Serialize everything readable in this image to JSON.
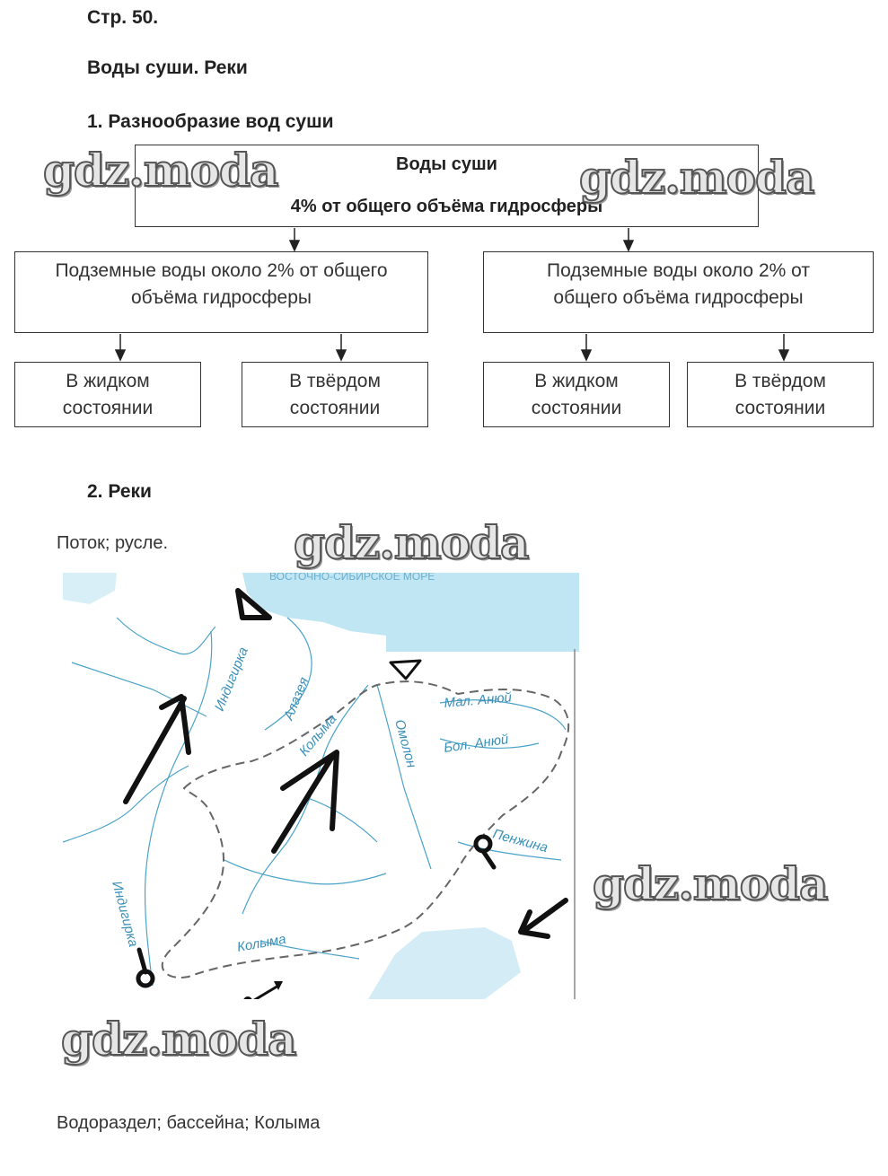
{
  "page_heading": "Стр. 50.",
  "topic_title": "Воды суши. Реки",
  "section1": {
    "heading": "1. Разнообразие вод суши",
    "top_box": {
      "line1": "Воды суши",
      "line2": "4% от общего объёма гидросферы"
    },
    "mid_left": {
      "line1": "Подземные воды около 2% от общего",
      "line2": "объёма гидросферы"
    },
    "mid_right": {
      "line1": "Подземные воды около 2% от",
      "line2": "общего объёма гидросферы"
    },
    "leaves": [
      {
        "line1": "В жидком",
        "line2": "состоянии"
      },
      {
        "line1": "В твёрдом",
        "line2": "состоянии"
      },
      {
        "line1": "В жидком",
        "line2": "состоянии"
      },
      {
        "line1": "В твёрдом",
        "line2": "состоянии"
      }
    ]
  },
  "section2": {
    "heading": "2. Реки",
    "answer1": "Поток; русле.",
    "answer2": "Водораздел; бассейна; Колыма"
  },
  "map": {
    "sea_label": "ВОСТОЧНО-СИБИРСКОЕ МОРЕ",
    "rivers": [
      "Индигирка",
      "Алазея",
      "Колыма",
      "Омолон",
      "Мал. Анюй",
      "Бол. Анюй",
      "Пенжина",
      "Индигирка",
      "Колыма"
    ],
    "colors": {
      "sea": "#bfe6f2",
      "river": "#4aa3c9",
      "label": "#3b8fb8",
      "marker": "#111111"
    }
  },
  "watermark": "gdz.moda"
}
